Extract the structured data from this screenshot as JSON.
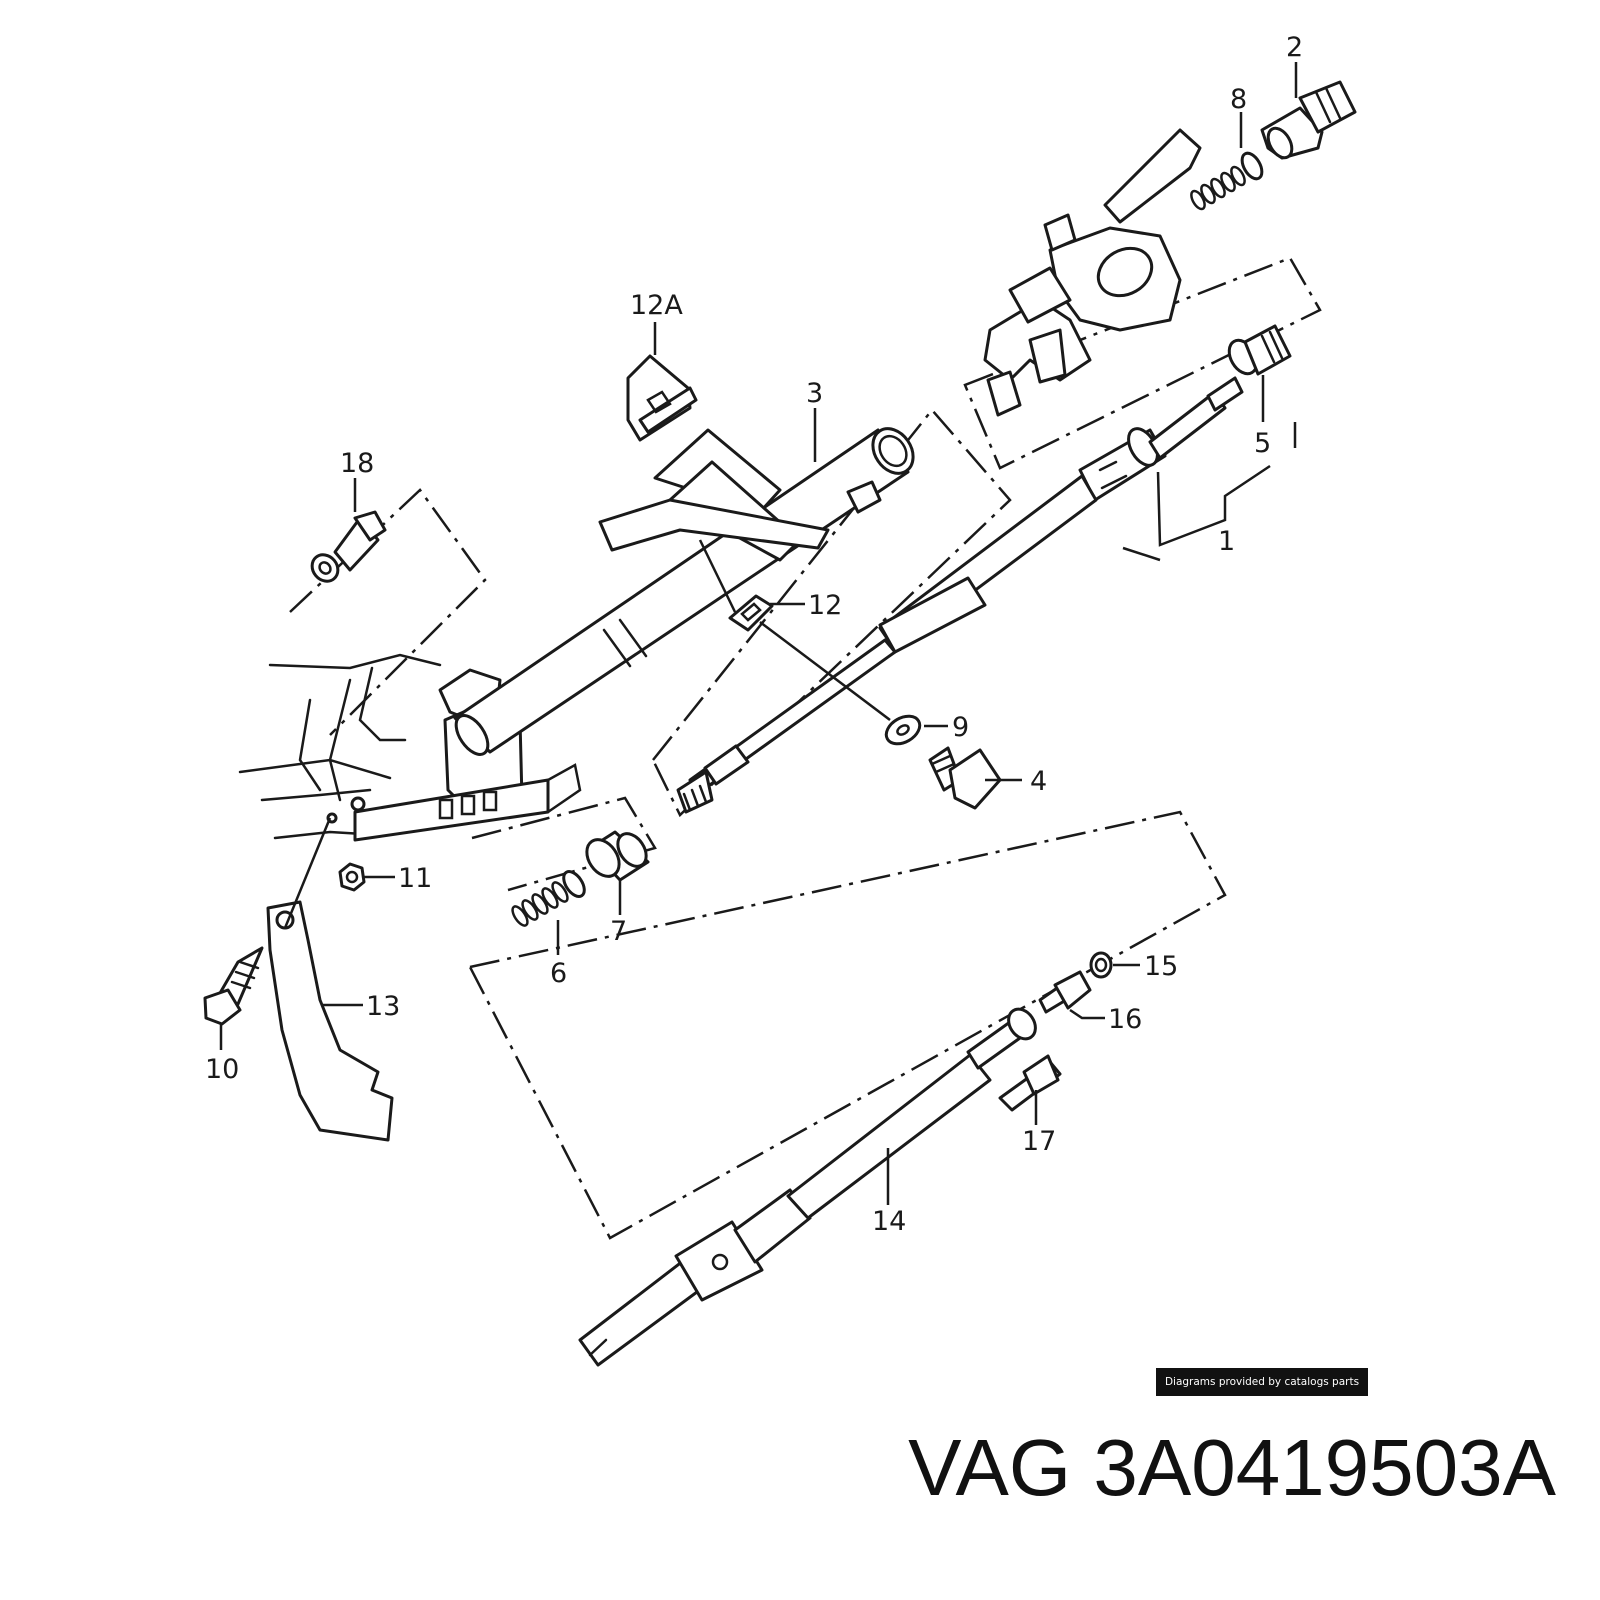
{
  "title": "VAG 3A0419503A",
  "credit": "Diagrams provided by catalogs parts",
  "callouts": {
    "c1": "1",
    "c2": "2",
    "c3": "3",
    "c4": "4",
    "c5": "5",
    "c6": "6",
    "c7": "7",
    "c8": "8",
    "c9": "9",
    "c10": "10",
    "c11": "11",
    "c12": "12",
    "c12a": "12A",
    "c13": "13",
    "c14": "14",
    "c15": "15",
    "c16": "16",
    "c17": "17",
    "c18": "18"
  }
}
